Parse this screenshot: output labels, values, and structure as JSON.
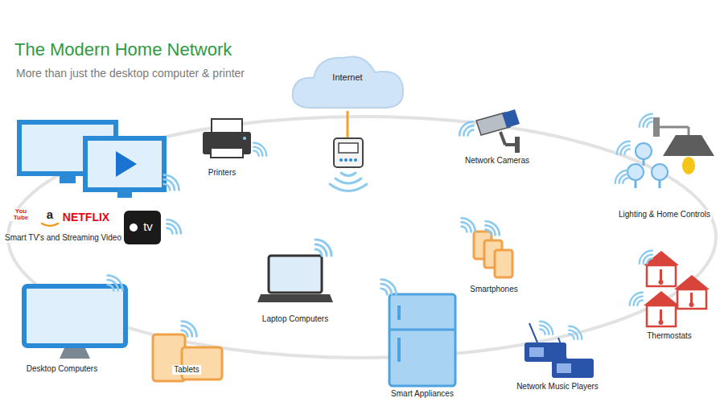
{
  "diagram": {
    "title": "The Modern Home Network",
    "nodes": [
      {
        "text": [
          "Internet"
        ]
      }
    ],
    "labels": [
      "More than just the desktop computer & printer",
      "Printers",
      "Network Cameras",
      "Lighting & Home Controls",
      "You Tube",
      "a",
      "NETFLIX",
      "tv",
      "Smart TV's and Streaming Video",
      "Laptop Computers",
      "Smartphones",
      "Thermostats",
      "Desktop Computers",
      "Tablets",
      "Smart Appliances",
      "Network Music Players"
    ]
  }
}
